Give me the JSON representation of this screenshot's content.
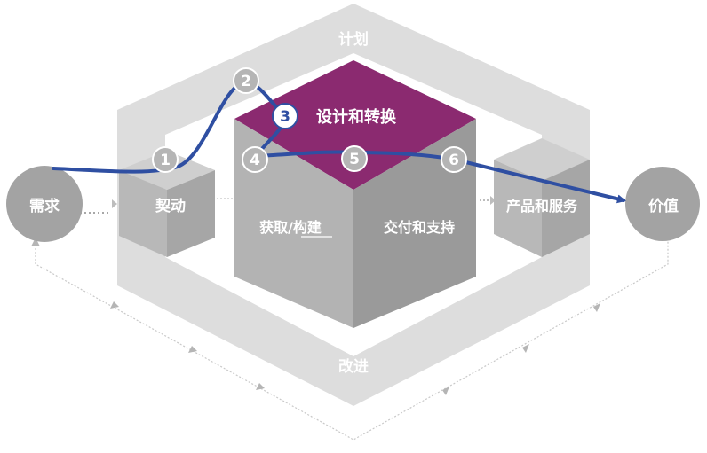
{
  "labels": {
    "plan": "计划",
    "improve": "改进",
    "demand": "需求",
    "engage": "契动",
    "design": "设计和转换",
    "obtain": "获取/构建",
    "deliver": "交付和支持",
    "products": "产品和服务",
    "value": "价值"
  },
  "steps": [
    "1",
    "2",
    "3",
    "4",
    "5",
    "6"
  ],
  "colors": {
    "frame": "#dddddd",
    "box_light": "#b8b8b8",
    "box_mid": "#a9a9a9",
    "box_dark": "#959595",
    "accent": "#8b2a70",
    "path": "#2f4fa2",
    "node": "#a3a3a3"
  }
}
